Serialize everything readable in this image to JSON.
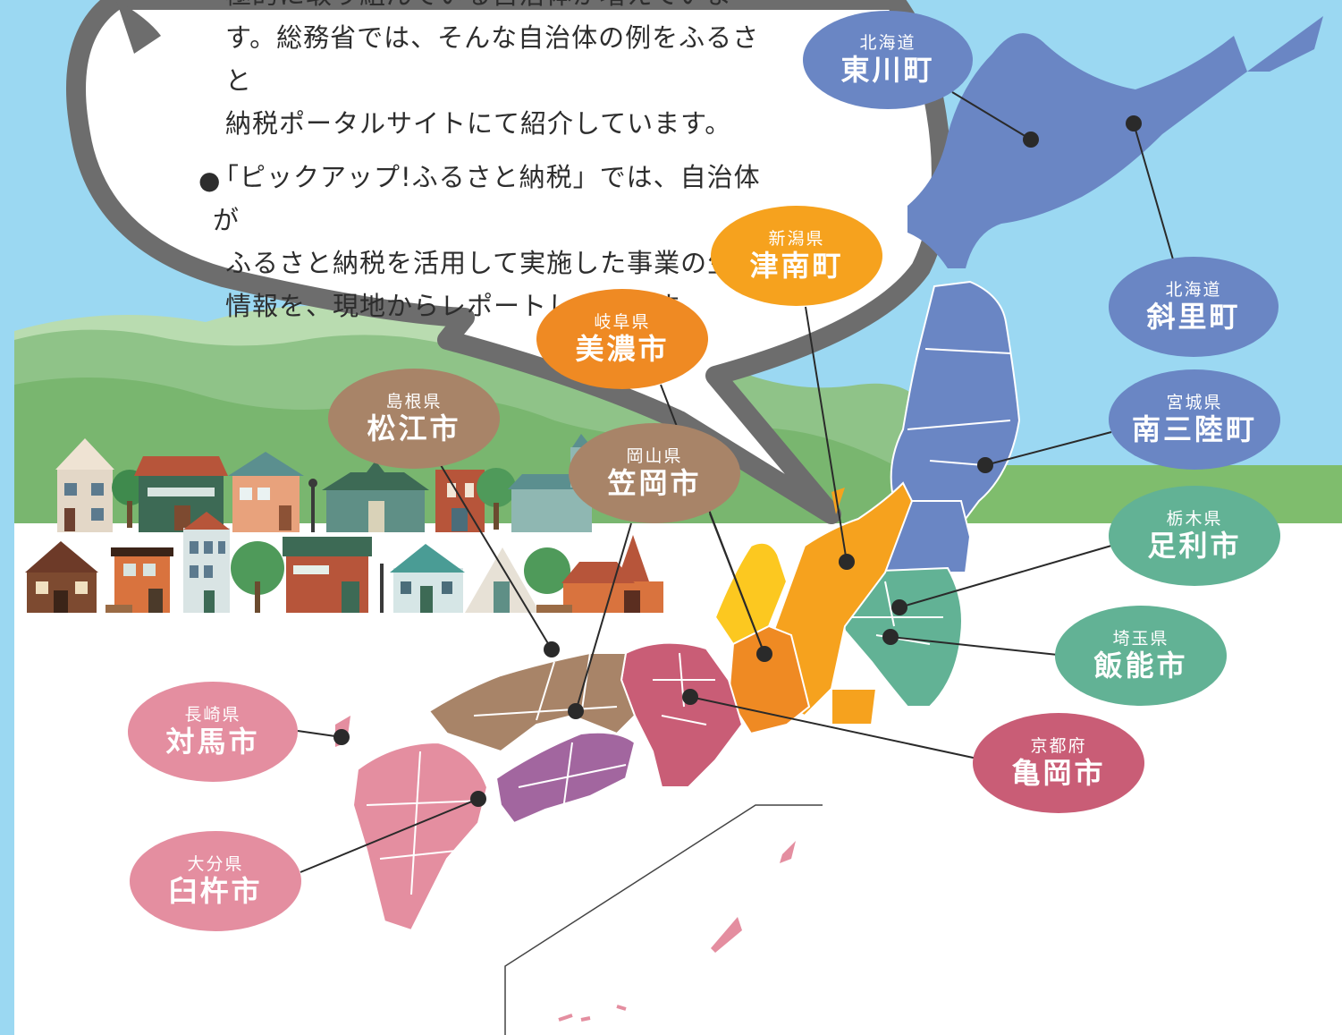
{
  "intro": {
    "line0": "極的に取り組んでいる自治体が増えていま",
    "line1": "す。総務省では、そんな自治体の例をふるさと",
    "line2": "納税ポータルサイトにて紹介しています。",
    "bullet": "●",
    "line3": "「ピックアップ!ふるさと納税」では、自治体が",
    "line4": "ふるさと納税を活用して実施した事業の生の",
    "line5": "情報を、現地からレポートしています。"
  },
  "colors": {
    "sky": "#9bd8f2",
    "hokkaido_tohoku": "#6a86c4",
    "kanto": "#62b295",
    "chubu_north": "#f6a21e",
    "chubu_gifu": "#ef8a23",
    "chugoku": "#a88468",
    "kinki": "#c95d76",
    "shikoku": "#a2669f",
    "kyushu": "#e48ea0",
    "bubble_outline": "#6d6d6d"
  },
  "labels": {
    "higashikawa": {
      "pref": "北海道",
      "town": "東川町"
    },
    "shari": {
      "pref": "北海道",
      "town": "斜里町"
    },
    "minamisanriku": {
      "pref": "宮城県",
      "town": "南三陸町"
    },
    "ashikaga": {
      "pref": "栃木県",
      "town": "足利市"
    },
    "hanno": {
      "pref": "埼玉県",
      "town": "飯能市"
    },
    "kameoka": {
      "pref": "京都府",
      "town": "亀岡市"
    },
    "tsunan": {
      "pref": "新潟県",
      "town": "津南町"
    },
    "mino": {
      "pref": "岐阜県",
      "town": "美濃市"
    },
    "matsue": {
      "pref": "島根県",
      "town": "松江市"
    },
    "kasaoka": {
      "pref": "岡山県",
      "town": "笠岡市"
    },
    "tsushima": {
      "pref": "長崎県",
      "town": "対馬市"
    },
    "usuki": {
      "pref": "大分県",
      "town": "臼杵市"
    }
  }
}
